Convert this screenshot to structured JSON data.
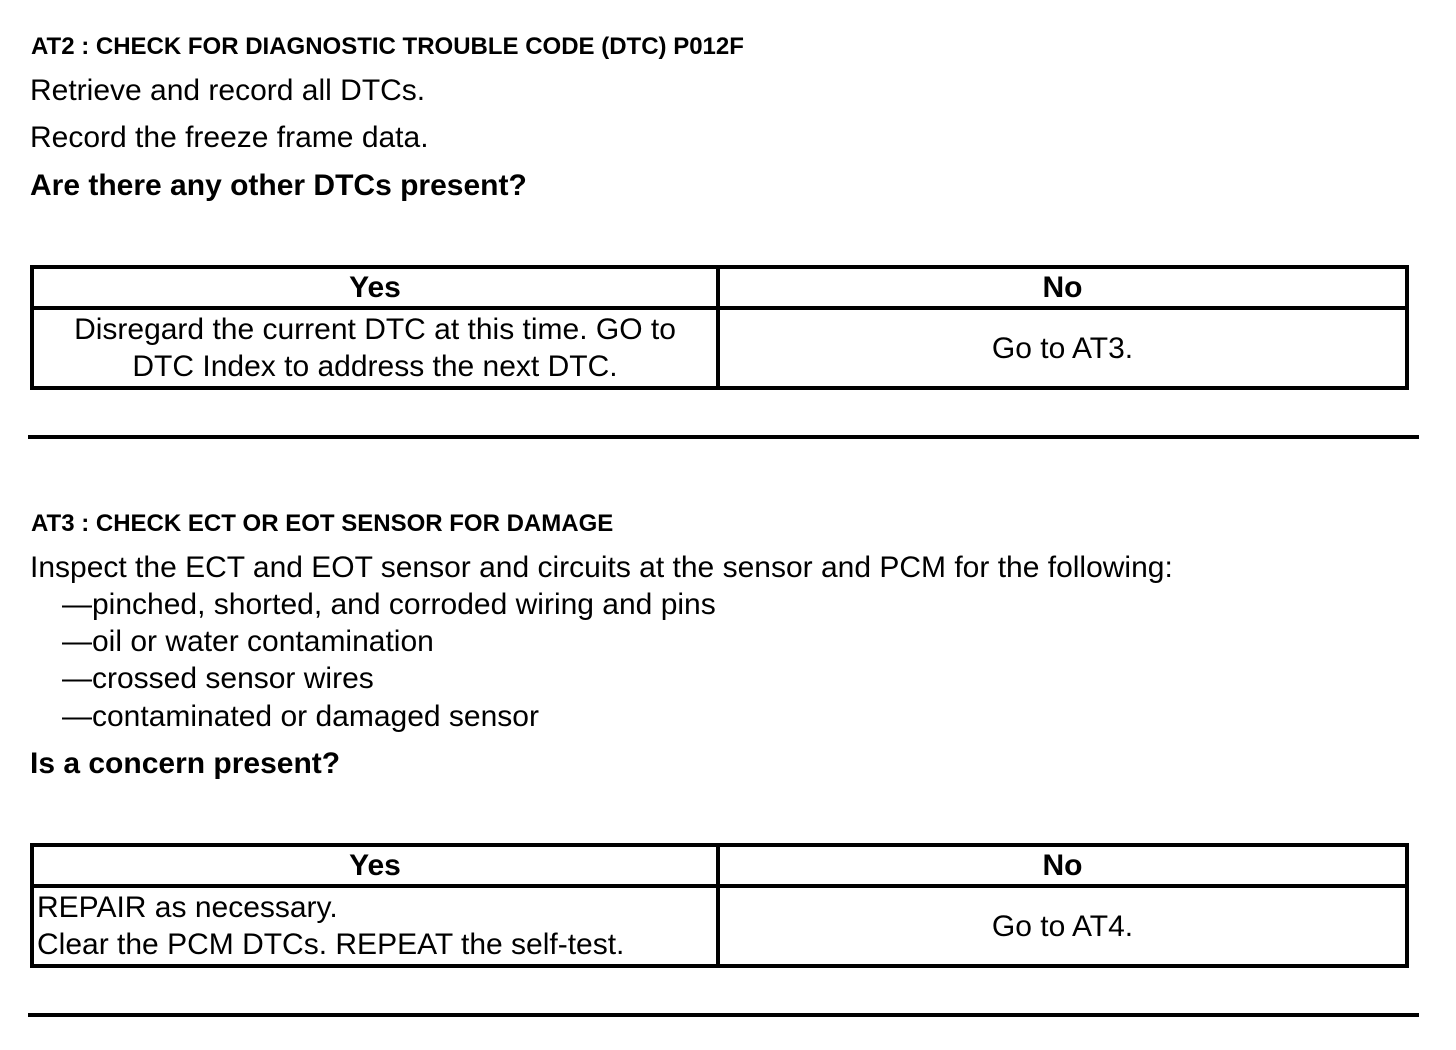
{
  "steps": [
    {
      "heading": "AT2 : CHECK FOR DIAGNOSTIC TROUBLE CODE (DTC) P012F",
      "instructions": [
        "Retrieve and record all DTCs.",
        "Record the freeze frame data."
      ],
      "question": "Are there any other DTCs present?",
      "table": {
        "yes_header": "Yes",
        "no_header": "No",
        "yes_lines": [
          "Disregard the current DTC at this time. GO to",
          "DTC Index to address the next DTC."
        ],
        "no_text": "Go to AT3."
      }
    },
    {
      "heading": "AT3 : CHECK ECT OR EOT SENSOR FOR DAMAGE",
      "intro": "Inspect the ECT and EOT sensor and circuits at the sensor and PCM for the following:",
      "bullets": [
        "—pinched, shorted, and corroded wiring and pins",
        "—oil or water contamination",
        "—crossed sensor wires",
        "—contaminated or damaged sensor"
      ],
      "question": "Is a concern present?",
      "table": {
        "yes_header": "Yes",
        "no_header": "No",
        "yes_lines": [
          "REPAIR as necessary.",
          "Clear the PCM DTCs. REPEAT the self-test."
        ],
        "no_text": "Go to AT4."
      }
    }
  ]
}
